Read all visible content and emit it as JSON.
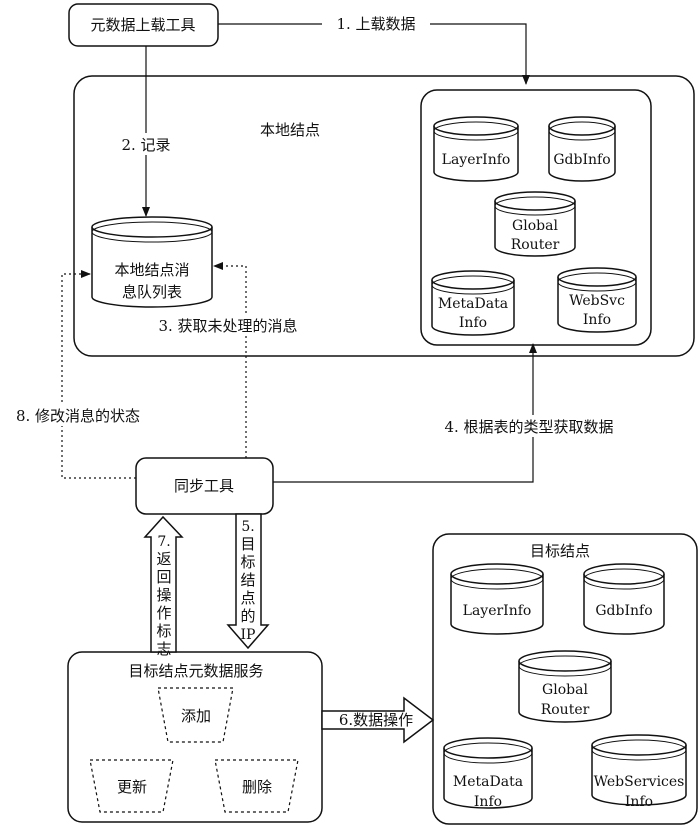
{
  "upload_tool": "元数据上载工具",
  "local_node": {
    "title": "本地结点",
    "queue_line1": "本地结点消",
    "queue_line2": "息队列表",
    "tables": {
      "layer_info": "LayerInfo",
      "gdb_info": "GdbInfo",
      "global_router_1": "Global",
      "global_router_2": "Router",
      "metadata_info_1": "MetaData",
      "metadata_info_2": "Info",
      "websvc_info_1": "WebSvc",
      "websvc_info_2": "Info"
    }
  },
  "sync_tool": "同步工具",
  "target_service": {
    "title": "目标结点元数据服务",
    "add": "添加",
    "update": "更新",
    "delete": "删除"
  },
  "target_node": {
    "title": "目标结点",
    "tables": {
      "layer_info": "LayerInfo",
      "gdb_info": "GdbInfo",
      "global_router_1": "Global",
      "global_router_2": "Router",
      "metadata_info_1": "MetaData",
      "metadata_info_2": "Info",
      "webservices_info_1": "WebServices",
      "webservices_info_2": "Info"
    }
  },
  "steps": {
    "s1": "1. 上载数据",
    "s2": "2. 记录",
    "s3": "3. 获取未处理的消息",
    "s4": "4. 根据表的类型获取数据",
    "s5": [
      "5.",
      "目",
      "标",
      "结",
      "点",
      "的",
      "IP"
    ],
    "s6": "6.数据操作",
    "s7": [
      "7.",
      "返",
      "回",
      "操",
      "作",
      "标",
      "志"
    ],
    "s8": "8. 修改消息的状态"
  }
}
